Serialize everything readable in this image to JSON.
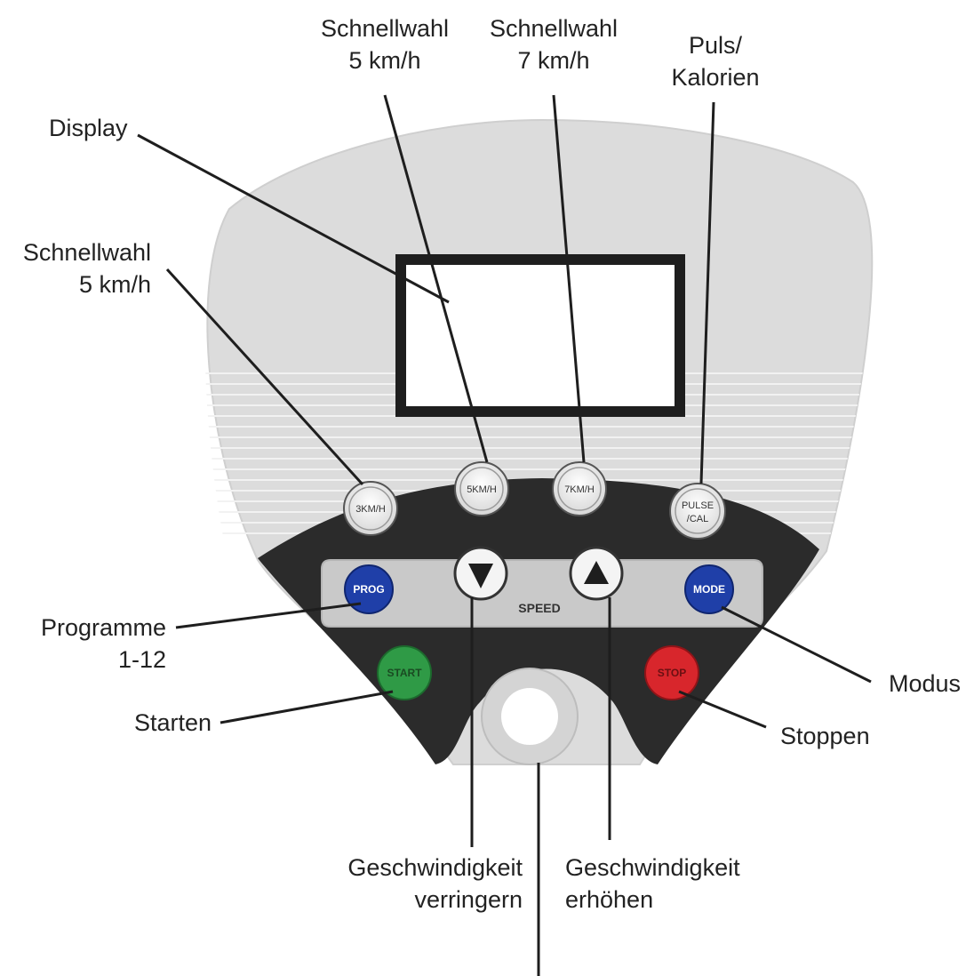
{
  "callouts": {
    "display": "Display",
    "quick_5_top": [
      "Schnellwahl",
      "5 km/h"
    ],
    "quick_7_top": [
      "Schnellwahl",
      "7 km/h"
    ],
    "pulse_cal": [
      "Puls/",
      "Kalorien"
    ],
    "quick_3_left": [
      "Schnellwahl",
      "5 km/h"
    ],
    "programs": [
      "Programme",
      "1-12"
    ],
    "start": "Starten",
    "mode": "Modus",
    "stop": "Stoppen",
    "speed_down": [
      "Geschwindigkeit",
      "verringern"
    ],
    "speed_up": [
      "Geschwindigkeit",
      "erhöhen"
    ]
  },
  "buttons": {
    "km3": "3KM/H",
    "km5": "5KM/H",
    "km7": "7KM/H",
    "pulse": [
      "PULSE",
      "/CAL"
    ],
    "prog": "PROG",
    "mode": "MODE",
    "start": "START",
    "stop": "STOP",
    "speed": "SPEED"
  },
  "colors": {
    "panel": "#dcdcdc",
    "dark_band": "#2b2b2b",
    "prog_mode_blue": "#1f3fa8",
    "start_green": "#2f9a46",
    "stop_red": "#d8262c"
  },
  "icons": {
    "speed_down": "triangle-down-icon",
    "speed_up": "triangle-up-icon",
    "safety_key": "ring-icon"
  }
}
